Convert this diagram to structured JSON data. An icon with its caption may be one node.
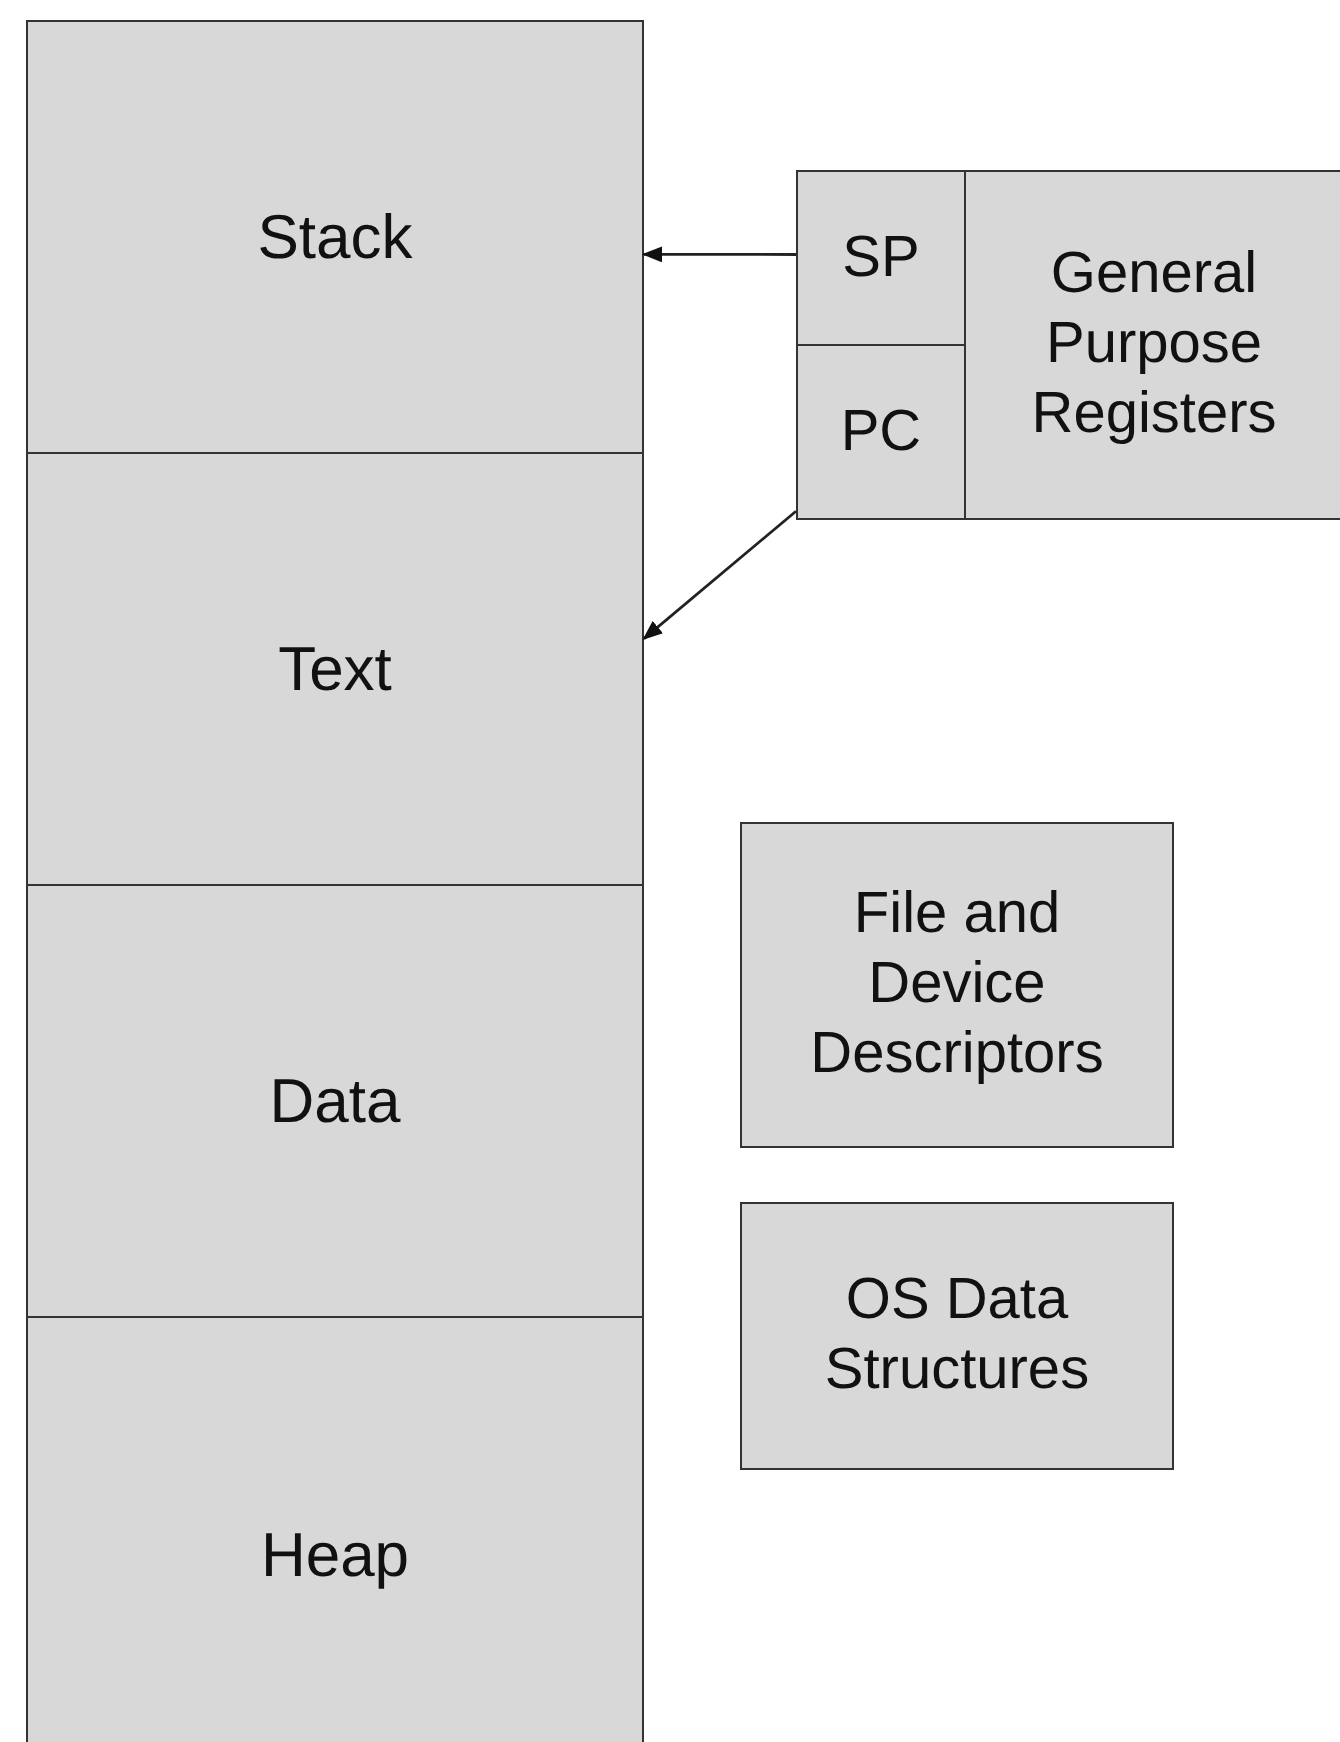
{
  "diagram": {
    "nodes": [
      {
        "text": [
          "Stack"
        ]
      },
      {
        "text": [
          "Text"
        ]
      },
      {
        "text": [
          "Data"
        ]
      },
      {
        "text": [
          "Heap"
        ]
      },
      {
        "text": [
          "SP"
        ]
      },
      {
        "text": [
          "PC"
        ]
      },
      {
        "text": [
          "General Purpose Registers"
        ]
      },
      {
        "text": [
          "File and Device Descriptors"
        ]
      },
      {
        "text": [
          "OS Data Structures"
        ]
      }
    ],
    "edges": [
      {
        "from": 4,
        "to": 0,
        "arrow": "to"
      },
      {
        "from": 5,
        "to": 1,
        "arrow": "to"
      }
    ]
  }
}
